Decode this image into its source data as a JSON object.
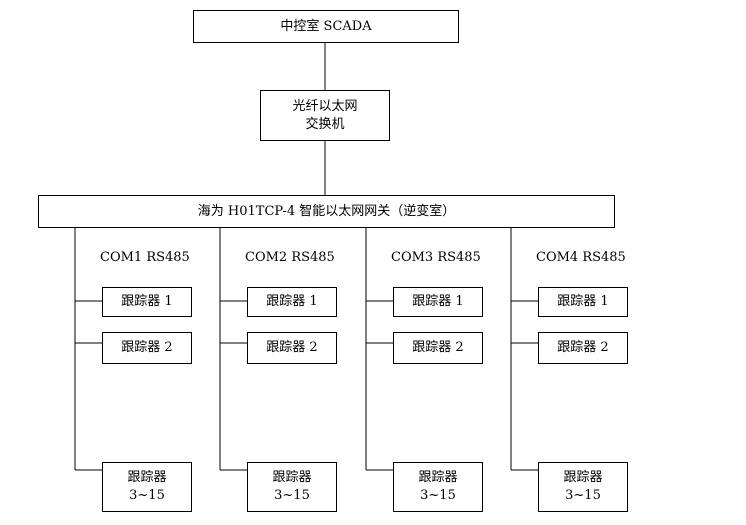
{
  "scada": {
    "label": "中控室 SCADA"
  },
  "switch": {
    "line1": "光纤以太网",
    "line2": "交换机"
  },
  "gateway": {
    "label": "海为 H01TCP-4 智能以太网网关（逆变室）"
  },
  "ports": [
    {
      "label": "COM1 RS485",
      "trackers": [
        {
          "line1": "跟踪器 1"
        },
        {
          "line1": "跟踪器 2"
        },
        {
          "line1": "跟踪器",
          "line2": "3~15"
        }
      ]
    },
    {
      "label": "COM2 RS485",
      "trackers": [
        {
          "line1": "跟踪器 1"
        },
        {
          "line1": "跟踪器 2"
        },
        {
          "line1": "跟踪器",
          "line2": "3~15"
        }
      ]
    },
    {
      "label": "COM3 RS485",
      "trackers": [
        {
          "line1": "跟踪器 1"
        },
        {
          "line1": "跟踪器 2"
        },
        {
          "line1": "跟踪器",
          "line2": "3~15"
        }
      ]
    },
    {
      "label": "COM4 RS485",
      "trackers": [
        {
          "line1": "跟踪器 1"
        },
        {
          "line1": "跟踪器 2"
        },
        {
          "line1": "跟踪器",
          "line2": "3~15"
        }
      ]
    }
  ]
}
